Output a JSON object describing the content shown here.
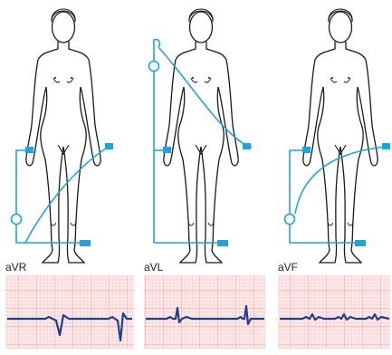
{
  "leads": [
    {
      "id": "avr",
      "label": "aVR"
    },
    {
      "id": "avl",
      "label": "aVL"
    },
    {
      "id": "avf",
      "label": "aVF"
    }
  ],
  "colors": {
    "wire": "#1fa3dd",
    "electrode": "#1fa3dd",
    "outline": "#1a1a1a",
    "ecg_trace": "#1c3f8f",
    "ecg_grid_minor": "#f6b6b6",
    "ecg_grid_major": "#ec8a8a",
    "ecg_paper": "#fde9e9"
  }
}
